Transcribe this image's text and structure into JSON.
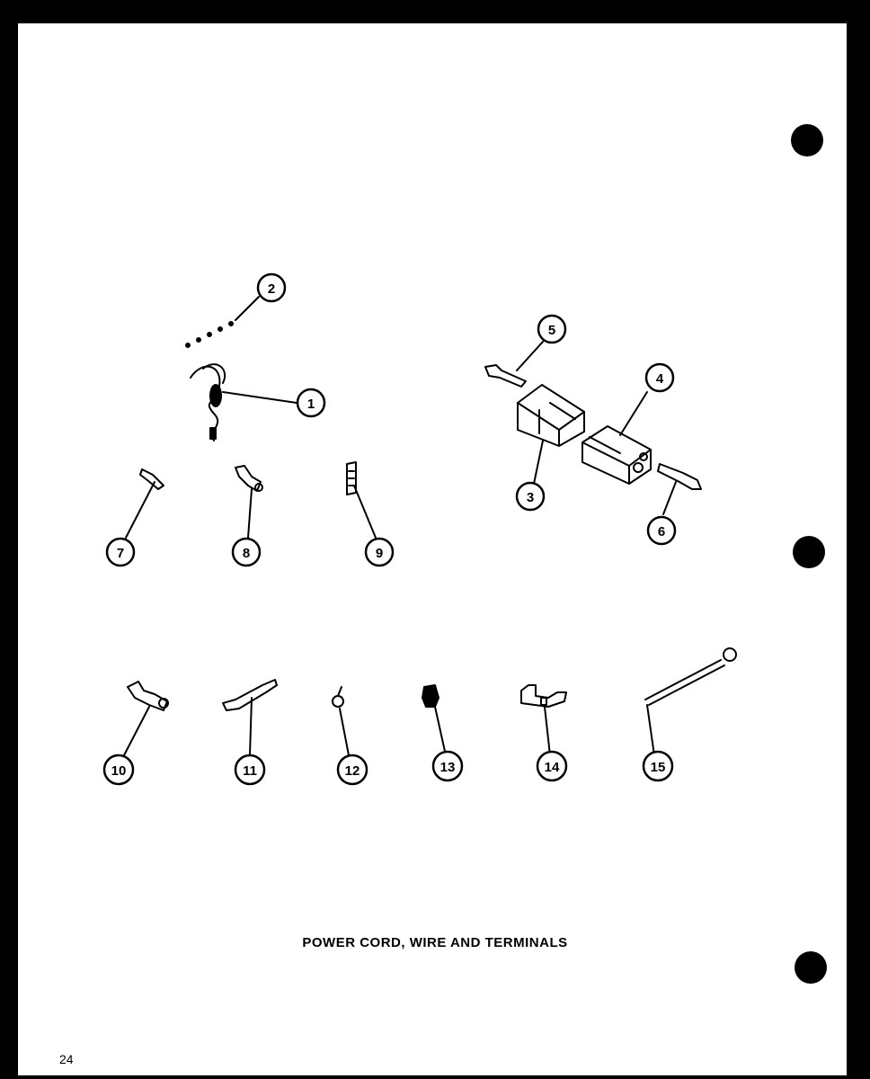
{
  "caption": "POWER CORD, WIRE AND TERMINALS",
  "page_number": "24",
  "callouts": [
    "1",
    "2",
    "3",
    "4",
    "5",
    "6",
    "7",
    "8",
    "9",
    "10",
    "11",
    "12",
    "13",
    "14",
    "15"
  ]
}
